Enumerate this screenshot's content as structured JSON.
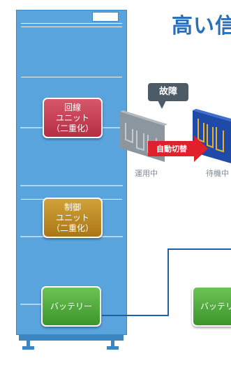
{
  "headline": "高い信",
  "modules": {
    "line_unit": [
      "回線",
      "ユニット",
      "（二重化）"
    ],
    "control_unit": [
      "制御",
      "ユニット",
      "（二重化）"
    ],
    "battery": "バッテリー",
    "battery_external": "バッテリ"
  },
  "callout": "故障",
  "switch_label": "自動切替",
  "states": {
    "active": "運用中",
    "standby": "待機中"
  },
  "colors": {
    "cabinet": "#5aa4de",
    "line_unit": "#c23d52",
    "control_unit": "#bf8c24",
    "battery": "#4fad3b",
    "arrow": "#e0202a",
    "connector": "#1f5fa8",
    "headline": "#2a6fba"
  }
}
